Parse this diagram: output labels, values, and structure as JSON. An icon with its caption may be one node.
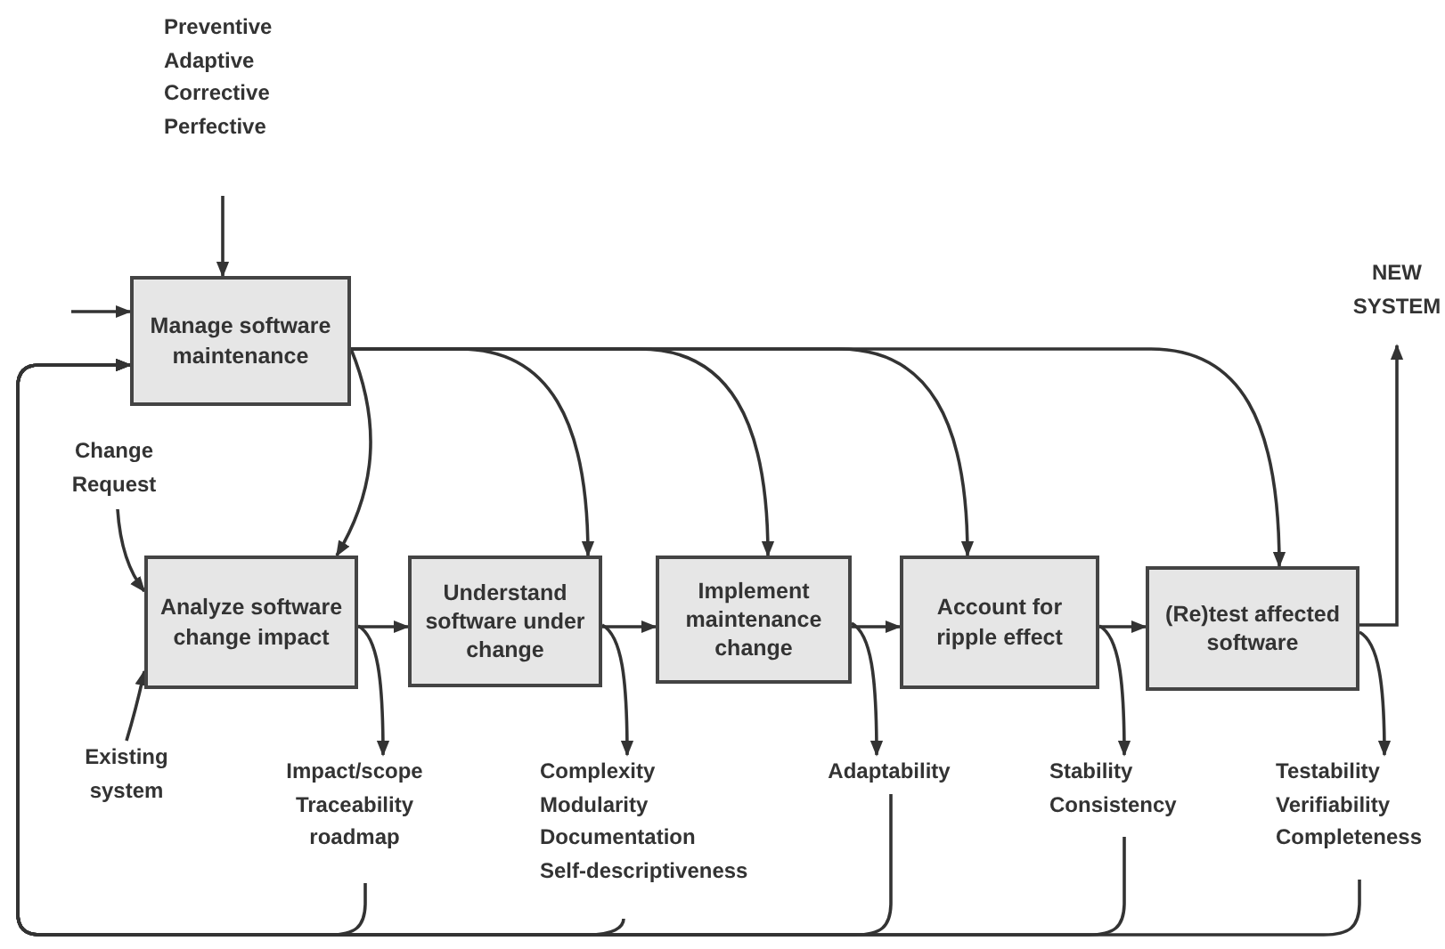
{
  "diagram": {
    "nodes": [
      {
        "text": [
          "Manage software maintenance"
        ]
      },
      {
        "text": [
          "Analyze software change impact"
        ]
      },
      {
        "text": [
          "Understand software under change"
        ]
      },
      {
        "text": [
          "Implement maintenance change"
        ]
      },
      {
        "text": [
          "Account for ripple effect"
        ]
      },
      {
        "text": [
          "(Re)test affected software"
        ]
      },
      {
        "text": [
          "Preventive",
          "Adaptive",
          "Corrective",
          "Perfective"
        ]
      },
      {
        "text": [
          "NEW SYSTEM"
        ]
      },
      {
        "text": [
          "Change Request"
        ]
      },
      {
        "text": [
          "Existing system"
        ]
      },
      {
        "text": [
          "Impact/scope",
          "Traceability",
          "roadmap"
        ]
      },
      {
        "text": [
          "Complexity",
          "Modularity",
          "Documentation",
          "Self-descriptiveness"
        ]
      },
      {
        "text": [
          "Adaptability"
        ]
      },
      {
        "text": [
          "Stability",
          "Consistency"
        ]
      },
      {
        "text": [
          "Testability",
          "Verifiability",
          "Completeness"
        ]
      }
    ],
    "edges": [
      {
        "from": 6,
        "to": 0,
        "arrow": "to"
      },
      {
        "from": null,
        "to": 0,
        "arrow": "to"
      },
      {
        "from": 0,
        "to": 1,
        "arrow": "to"
      },
      {
        "from": 0,
        "to": 2,
        "arrow": "to"
      },
      {
        "from": 0,
        "to": 3,
        "arrow": "to"
      },
      {
        "from": 0,
        "to": 4,
        "arrow": "to"
      },
      {
        "from": 0,
        "to": 5,
        "arrow": "to"
      },
      {
        "from": 1,
        "to": 2,
        "arrow": "to"
      },
      {
        "from": 2,
        "to": 3,
        "arrow": "to"
      },
      {
        "from": 3,
        "to": 4,
        "arrow": "to"
      },
      {
        "from": 4,
        "to": 5,
        "arrow": "to"
      },
      {
        "from": 5,
        "to": 7,
        "arrow": "to"
      },
      {
        "from": 8,
        "to": 1,
        "arrow": "to"
      },
      {
        "from": 9,
        "to": 1,
        "arrow": "to"
      },
      {
        "from": 1,
        "to": 10,
        "arrow": "to"
      },
      {
        "from": 2,
        "to": 11,
        "arrow": "to"
      },
      {
        "from": 3,
        "to": 12,
        "arrow": "to"
      },
      {
        "from": 4,
        "to": 13,
        "arrow": "to"
      },
      {
        "from": 5,
        "to": 14,
        "arrow": "to"
      },
      {
        "from": 10,
        "to": 0,
        "arrow": "to"
      },
      {
        "from": 11,
        "to": 0,
        "arrow": "to"
      },
      {
        "from": 12,
        "to": 0,
        "arrow": "to"
      },
      {
        "from": 13,
        "to": 0,
        "arrow": "to"
      },
      {
        "from": 14,
        "to": 0,
        "arrow": "to"
      }
    ]
  }
}
